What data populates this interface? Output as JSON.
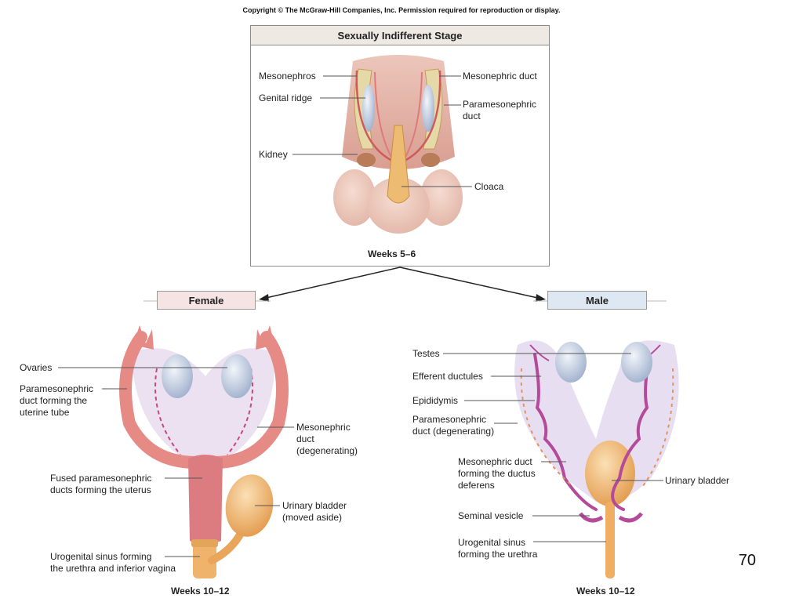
{
  "copyright": "Copyright © The McGraw-Hill Companies, Inc. Permission required for reproduction or display.",
  "top_panel": {
    "title": "Sexually Indifferent Stage",
    "caption": "Weeks 5–6",
    "labels": {
      "mesonephros": "Mesonephros",
      "genital_ridge": "Genital ridge",
      "kidney": "Kidney",
      "mesonephric_duct": "Mesonephric duct",
      "paramesonephric_duct": "Paramesonephric\nduct",
      "cloaca": "Cloaca"
    }
  },
  "female": {
    "heading": "Female",
    "caption": "Weeks 10–12",
    "labels": {
      "ovaries": "Ovaries",
      "paramesonephric": "Paramesonephric\nduct forming the\nuterine tube",
      "mesonephric": "Mesonephric\nduct\n(degenerating)",
      "fused": "Fused paramesonephric\nducts forming the uterus",
      "bladder": "Urinary bladder\n(moved aside)",
      "urogenital": "Urogenital sinus forming\nthe urethra and inferior vagina"
    }
  },
  "male": {
    "heading": "Male",
    "caption": "Weeks 10–12",
    "labels": {
      "testes": "Testes",
      "efferent": "Efferent ductules",
      "epididymis": "Epididymis",
      "paramesonephric": "Paramesonephric\nduct (degenerating)",
      "mesonephric": "Mesonephric duct\nforming the ductus\ndeferens",
      "bladder": "Urinary bladder",
      "seminal": "Seminal vesicle",
      "urogenital": "Urogenital sinus\nforming the urethra"
    }
  },
  "page_number": "70",
  "colors": {
    "tissue_pink": "#e8b6a8",
    "duct_red": "#e27f7f",
    "male_duct": "#b54a9a",
    "gonad_blue": "#c9d4e6",
    "bladder_orange": "#f0b36c",
    "female_tag": "#f6e4e4",
    "male_tag": "#dde8f3"
  }
}
